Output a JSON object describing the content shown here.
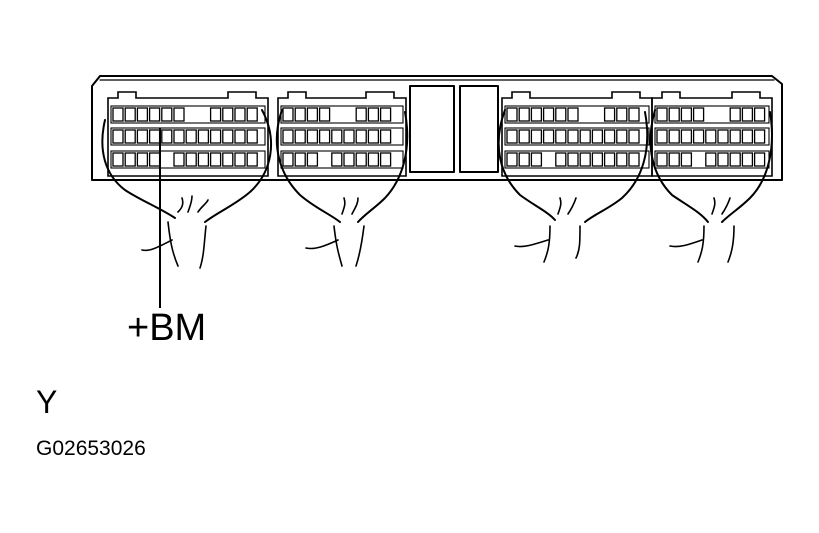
{
  "pin_label": "+BM",
  "view_label": "Y",
  "figure_code": "G02653026",
  "colors": {
    "ink": "#000000",
    "paper": "#ffffff"
  }
}
